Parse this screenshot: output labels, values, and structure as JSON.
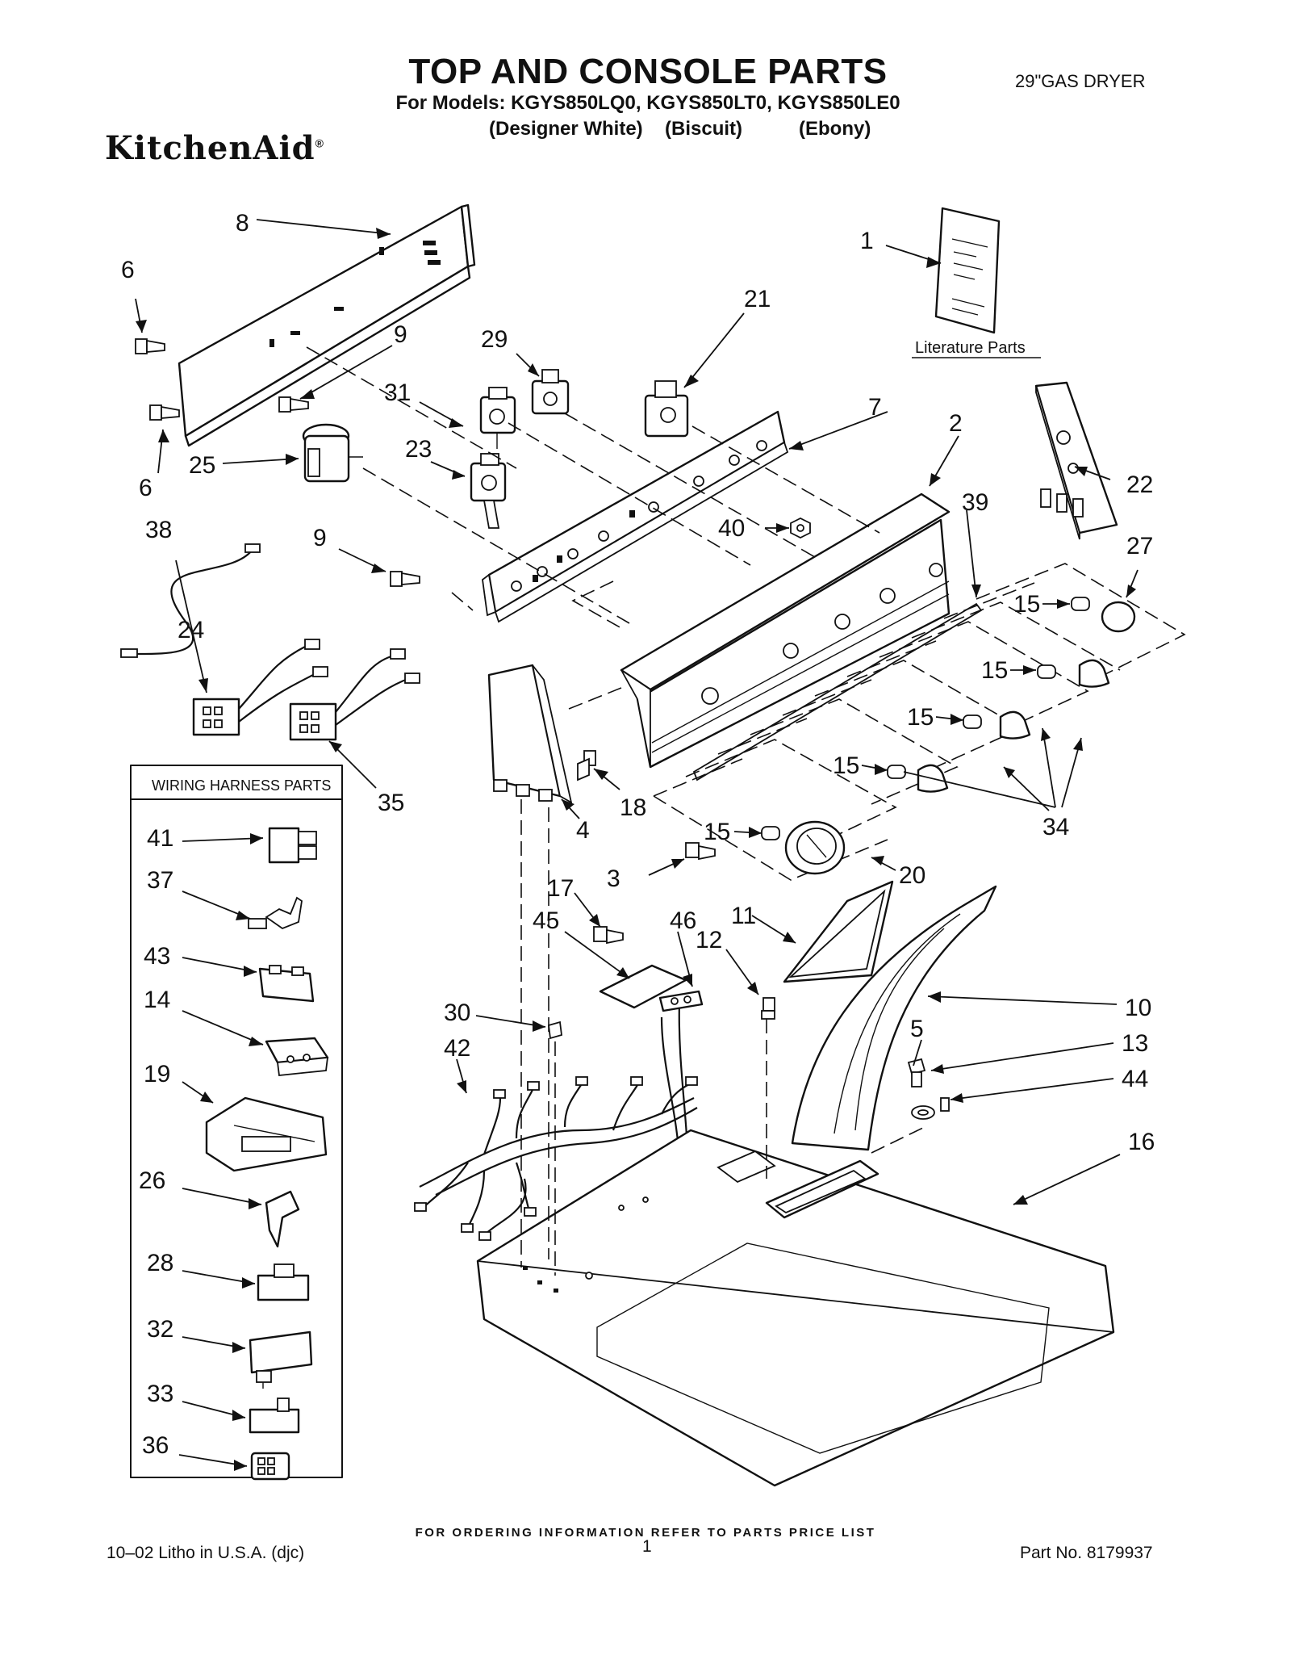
{
  "header": {
    "title": "TOP AND CONSOLE PARTS",
    "models_line": "For Models: KGYS850LQ0, KGYS850LT0, KGYS850LE0",
    "colors": [
      "(Designer White)",
      "(Biscuit)",
      "(Ebony)"
    ],
    "category": "29\"GAS DRYER",
    "brand": "KitchenAid",
    "brand_mark": "®"
  },
  "labels": {
    "literature": "Literature Parts",
    "wiring_box": "WIRING HARNESS PARTS"
  },
  "callouts": {
    "c1": "1",
    "c2": "2",
    "c3": "3",
    "c4": "4",
    "c5": "5",
    "c6a": "6",
    "c6b": "6",
    "c7": "7",
    "c8": "8",
    "c9a": "9",
    "c9b": "9",
    "c10": "10",
    "c11": "11",
    "c12": "12",
    "c13": "13",
    "c14": "14",
    "c15a": "15",
    "c15b": "15",
    "c15c": "15",
    "c15d": "15",
    "c15e": "15",
    "c16": "16",
    "c17": "17",
    "c18": "18",
    "c19": "19",
    "c20": "20",
    "c21": "21",
    "c22": "22",
    "c23": "23",
    "c24": "24",
    "c25": "25",
    "c26": "26",
    "c27": "27",
    "c28": "28",
    "c29": "29",
    "c30": "30",
    "c31": "31",
    "c32": "32",
    "c33": "33",
    "c34": "34",
    "c35": "35",
    "c36": "36",
    "c37": "37",
    "c38": "38",
    "c39": "39",
    "c40": "40",
    "c41": "41",
    "c42": "42",
    "c43": "43",
    "c44": "44",
    "c45": "45",
    "c46": "46"
  },
  "footer": {
    "ordering_note": "FOR ORDERING INFORMATION REFER TO PARTS PRICE LIST",
    "litho": "10–02 Litho in U.S.A. (djc)",
    "page": "1",
    "part_no": "Part No. 8179937"
  }
}
